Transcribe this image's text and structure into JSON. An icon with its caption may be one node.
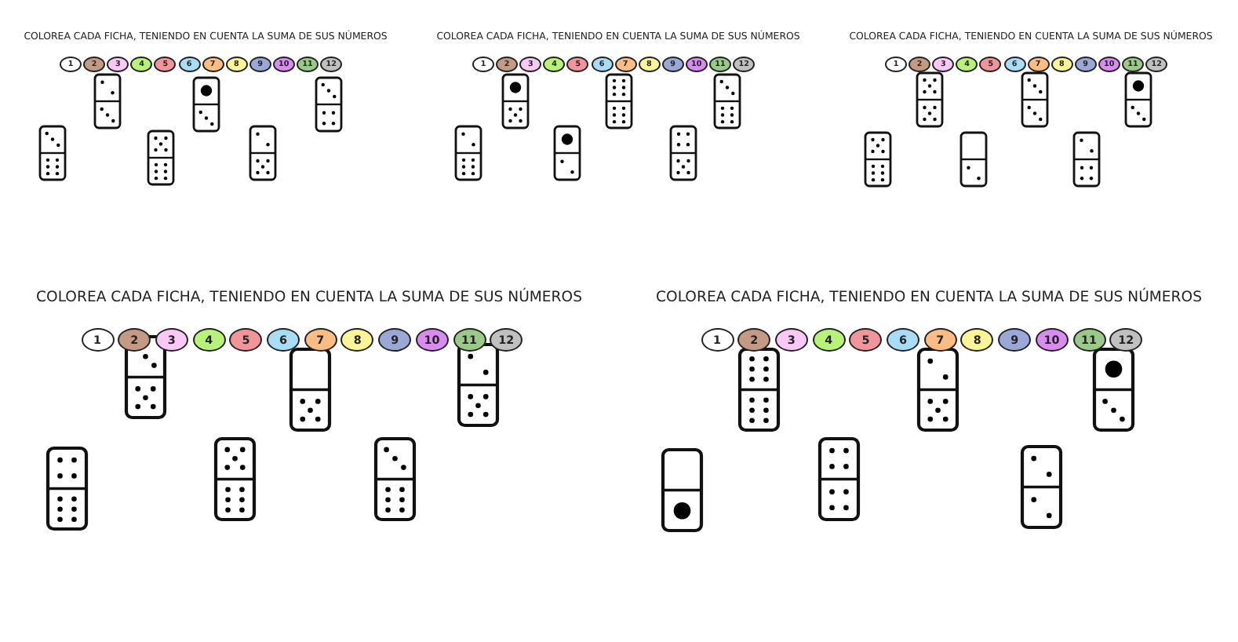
{
  "diagram": {
    "nodes": [
      {
        "text": [
          "1"
        ]
      },
      {
        "text": [
          "2"
        ]
      },
      {
        "text": [
          "3"
        ]
      },
      {
        "text": [
          "4"
        ]
      },
      {
        "text": [
          "5"
        ]
      },
      {
        "text": [
          "6"
        ]
      },
      {
        "text": [
          "7"
        ]
      },
      {
        "text": [
          "8"
        ]
      },
      {
        "text": [
          "9"
        ]
      },
      {
        "text": [
          "10"
        ]
      },
      {
        "text": [
          "11"
        ]
      },
      {
        "text": [
          "12"
        ]
      },
      {
        "text": [
          "1"
        ]
      },
      {
        "text": [
          "2"
        ]
      },
      {
        "text": [
          "3"
        ]
      },
      {
        "text": [
          "4"
        ]
      },
      {
        "text": [
          "5"
        ]
      },
      {
        "text": [
          "6"
        ]
      },
      {
        "text": [
          "7"
        ]
      },
      {
        "text": [
          "8"
        ]
      },
      {
        "text": [
          "9"
        ]
      },
      {
        "text": [
          "10"
        ]
      },
      {
        "text": [
          "11"
        ]
      },
      {
        "text": [
          "12"
        ]
      },
      {
        "text": [
          "1"
        ]
      },
      {
        "text": [
          "2"
        ]
      },
      {
        "text": [
          "3"
        ]
      },
      {
        "text": [
          "4"
        ]
      },
      {
        "text": [
          "5"
        ]
      },
      {
        "text": [
          "6"
        ]
      },
      {
        "text": [
          "7"
        ]
      },
      {
        "text": [
          "8"
        ]
      },
      {
        "text": [
          "9"
        ]
      },
      {
        "text": [
          "10"
        ]
      },
      {
        "text": [
          "11"
        ]
      },
      {
        "text": [
          "12"
        ]
      },
      {
        "text": [
          "1"
        ]
      },
      {
        "text": [
          "2"
        ]
      },
      {
        "text": [
          "3"
        ]
      },
      {
        "text": [
          "4"
        ]
      },
      {
        "text": [
          "5"
        ]
      },
      {
        "text": [
          "6"
        ]
      },
      {
        "text": [
          "7"
        ]
      },
      {
        "text": [
          "8"
        ]
      },
      {
        "text": [
          "9"
        ]
      },
      {
        "text": [
          "10"
        ]
      },
      {
        "text": [
          "11"
        ]
      },
      {
        "text": [
          "12"
        ]
      },
      {
        "text": [
          "1"
        ]
      },
      {
        "text": [
          "2"
        ]
      },
      {
        "text": [
          "3"
        ]
      },
      {
        "text": [
          "4"
        ]
      },
      {
        "text": [
          "5"
        ]
      },
      {
        "text": [
          "6"
        ]
      },
      {
        "text": [
          "7"
        ]
      },
      {
        "text": [
          "8"
        ]
      },
      {
        "text": [
          "9"
        ]
      },
      {
        "text": [
          "10"
        ]
      },
      {
        "text": [
          "11"
        ]
      },
      {
        "text": [
          "12"
        ]
      }
    ],
    "labels": [
      "COLOREA CADA FICHA, TENIENDO EN CUENTA LA SUMA DE SUS NÚMEROS",
      "COLOREA CADA FICHA, TENIENDO EN CUENTA LA SUMA DE SUS NÚMEROS",
      "COLOREA CADA FICHA, TENIENDO EN CUENTA LA SUMA DE SUS NÚMEROS",
      "COLOREA CADA FICHA, TENIENDO EN CUENTA LA SUMA DE SUS NÚMEROS",
      "COLOREA CADA FICHA, TENIENDO EN CUENTA LA SUMA DE SUS NÚMEROS"
    ]
  }
}
